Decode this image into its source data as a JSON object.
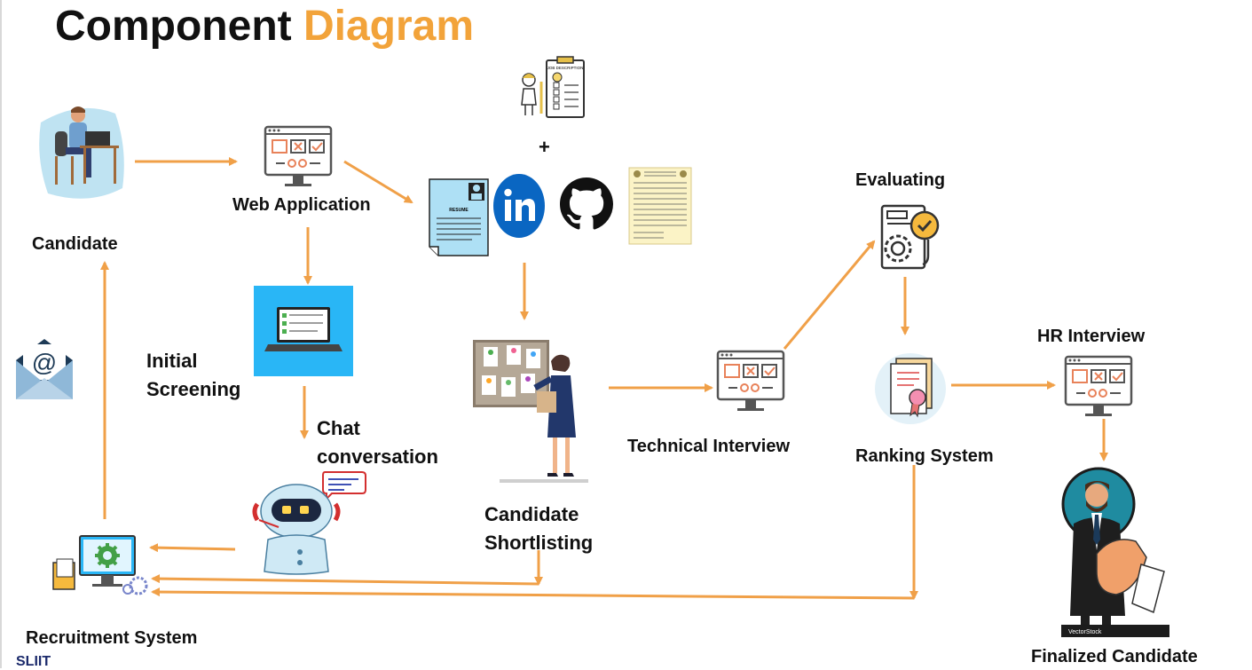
{
  "title": {
    "main": "Component",
    "accent": "Diagram"
  },
  "labels": {
    "candidate": "Candidate",
    "web_application": "Web Application",
    "initial_screening_1": "Initial",
    "initial_screening_2": "Screening",
    "chat_1": "Chat",
    "chat_2": "conversation",
    "plus": "+",
    "candidate_shortlisting_1": "Candidate",
    "candidate_shortlisting_2": "Shortlisting",
    "technical_interview": "Technical Interview",
    "evaluating": "Evaluating",
    "ranking_system": "Ranking System",
    "hr_interview": "HR Interview",
    "finalized_candidate": "Finalized Candidate",
    "recruitment_system": "Recruitment System",
    "resume_text": "RESUME",
    "job_description_text": "JOB DESCRIPTION",
    "vectorstock": "VectorStock",
    "footer_logo": "SLIIT"
  },
  "colors": {
    "accent": "#f2a33a",
    "arrow": "#f0a048",
    "linkedin": "#0a66c2",
    "screen_bg": "#29b6f6"
  }
}
